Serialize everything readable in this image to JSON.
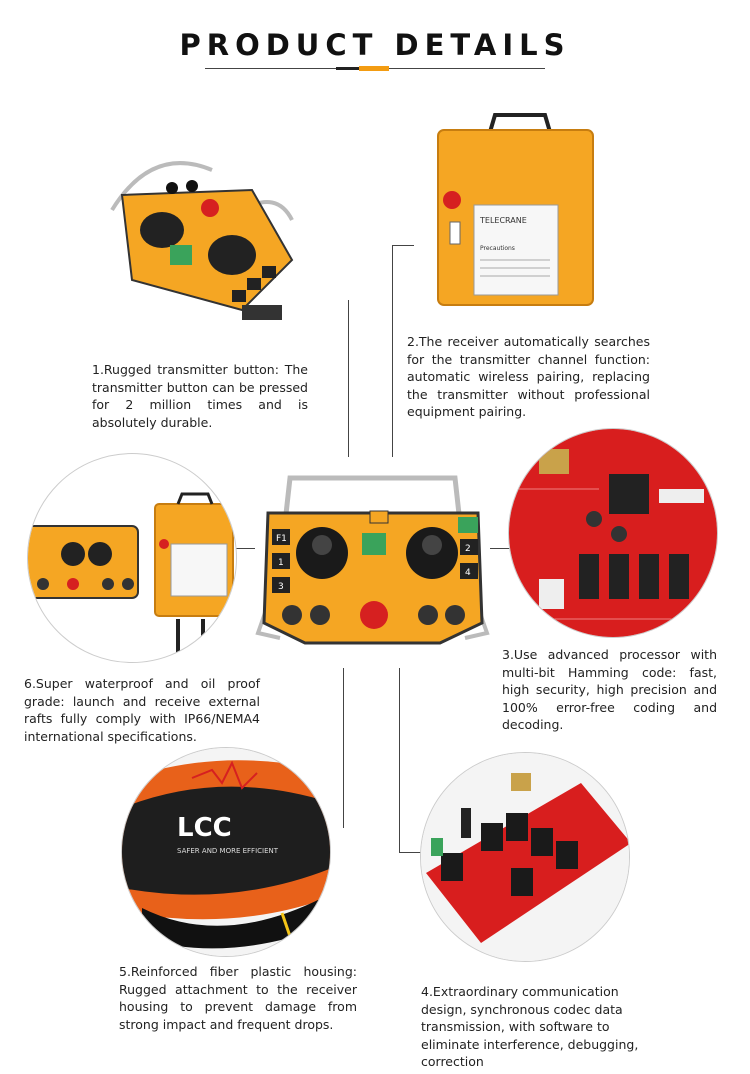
{
  "header": {
    "title": "PRODUCT DETAILS"
  },
  "features": [
    {
      "text": "1.Rugged transmitter button: The transmitter button can be pressed for 2 million times and is absolutely durable."
    },
    {
      "text": "2.The receiver automatically searches for the transmitter channel function: automatic wireless pairing, replacing the transmitter without professional equipment pairing."
    },
    {
      "text": "3.Use advanced processor with multi-bit Hamming code: fast, high security, high precision and 100% error-free coding and decoding."
    },
    {
      "text": "4.Extraordinary communication design, synchronous codec data transmission, with software to eliminate interference, debugging, correction"
    },
    {
      "text": "5.Reinforced fiber plastic housing: Rugged attachment to the receiver housing to prevent damage from strong impact and frequent drops."
    },
    {
      "text": "6.Super waterproof and oil proof grade: launch and receive external rafts fully comply with IP66/NEMA4 international specifications."
    }
  ],
  "product_labels": {
    "brand": "TELECRANE",
    "precautions": "Precautions",
    "logo": "LCC",
    "slogan": "SAFER AND MORE EFFICIENT",
    "buttons": [
      "F1",
      "1",
      "3",
      "2",
      "4"
    ]
  },
  "colors": {
    "housing": "#f5a623",
    "pcb": "#d81e1e",
    "accent": "#f39c12",
    "text": "#222222"
  }
}
